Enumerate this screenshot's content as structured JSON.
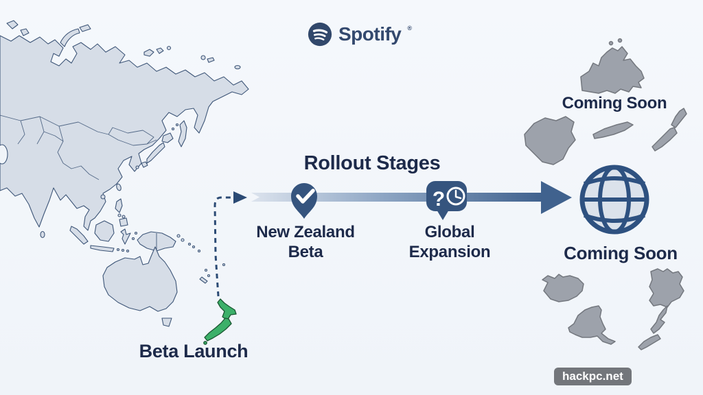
{
  "brand": {
    "name": "Spotify",
    "trademark": "®",
    "icon": "spotify-logo-icon"
  },
  "diagram": {
    "title": "Rollout Stages",
    "stages": [
      {
        "label": "New Zealand\nBeta",
        "icon": "checkmark-pin-icon",
        "status": "done"
      },
      {
        "label": "Global\nExpansion",
        "icon": "question-clock-icon",
        "status": "pending"
      },
      {
        "label": "Coming Soon",
        "icon": "globe-icon",
        "status": "future"
      }
    ]
  },
  "map": {
    "region_label": "Beta Launch",
    "highlighted_country": "new-zealand"
  },
  "coming_soon_cluster": {
    "label": "Coming Soon",
    "country_shapes": [
      "canada",
      "france",
      "cuba",
      "new-zealand",
      "iceland",
      "germany",
      "new-york",
      "new-zealand-south"
    ]
  },
  "watermark": {
    "label": "hackpc.net"
  },
  "colors": {
    "background": "#f3f6fa",
    "land": "#d6dde7",
    "land_border": "#3d5577",
    "navy_text": "#1d2a4a",
    "icon_steel_blue": "#35547e",
    "arrow_dark": "#40628e",
    "arrow_light": "#dde4ee",
    "dashed_route": "#2b4a74",
    "gray_country": "#9da2ab",
    "gray_country_border": "#73777e",
    "highlight_green": "#3cb069",
    "highlight_green_border": "#1a5632",
    "globe_stroke": "#2e5180"
  }
}
